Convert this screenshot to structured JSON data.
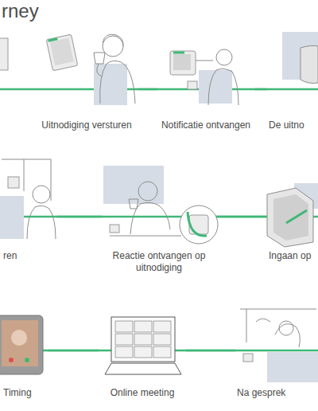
{
  "diagram": {
    "title": "rney",
    "nodes": [
      {
        "text": [
          "Uitnodiging versturen"
        ]
      },
      {
        "text": [
          "Notificatie ontvangen"
        ]
      },
      {
        "text": [
          "De uitno"
        ]
      },
      {
        "text": [
          "ren"
        ]
      },
      {
        "text": [
          "Reactie ontvangen op uitnodiging"
        ]
      },
      {
        "text": [
          "Ingaan op"
        ]
      },
      {
        "text": [
          "Timing"
        ]
      },
      {
        "text": [
          "Online meeting"
        ]
      },
      {
        "text": [
          "Na gesprek"
        ]
      }
    ],
    "edges": [
      {
        "from": 0,
        "to": 1,
        "arrow": "none"
      },
      {
        "from": 1,
        "to": 2,
        "arrow": "none"
      },
      {
        "from": 3,
        "to": 4,
        "arrow": "none"
      },
      {
        "from": 4,
        "to": 5,
        "arrow": "none"
      },
      {
        "from": 6,
        "to": 7,
        "arrow": "none"
      },
      {
        "from": 7,
        "to": 8,
        "arrow": "none"
      }
    ]
  }
}
